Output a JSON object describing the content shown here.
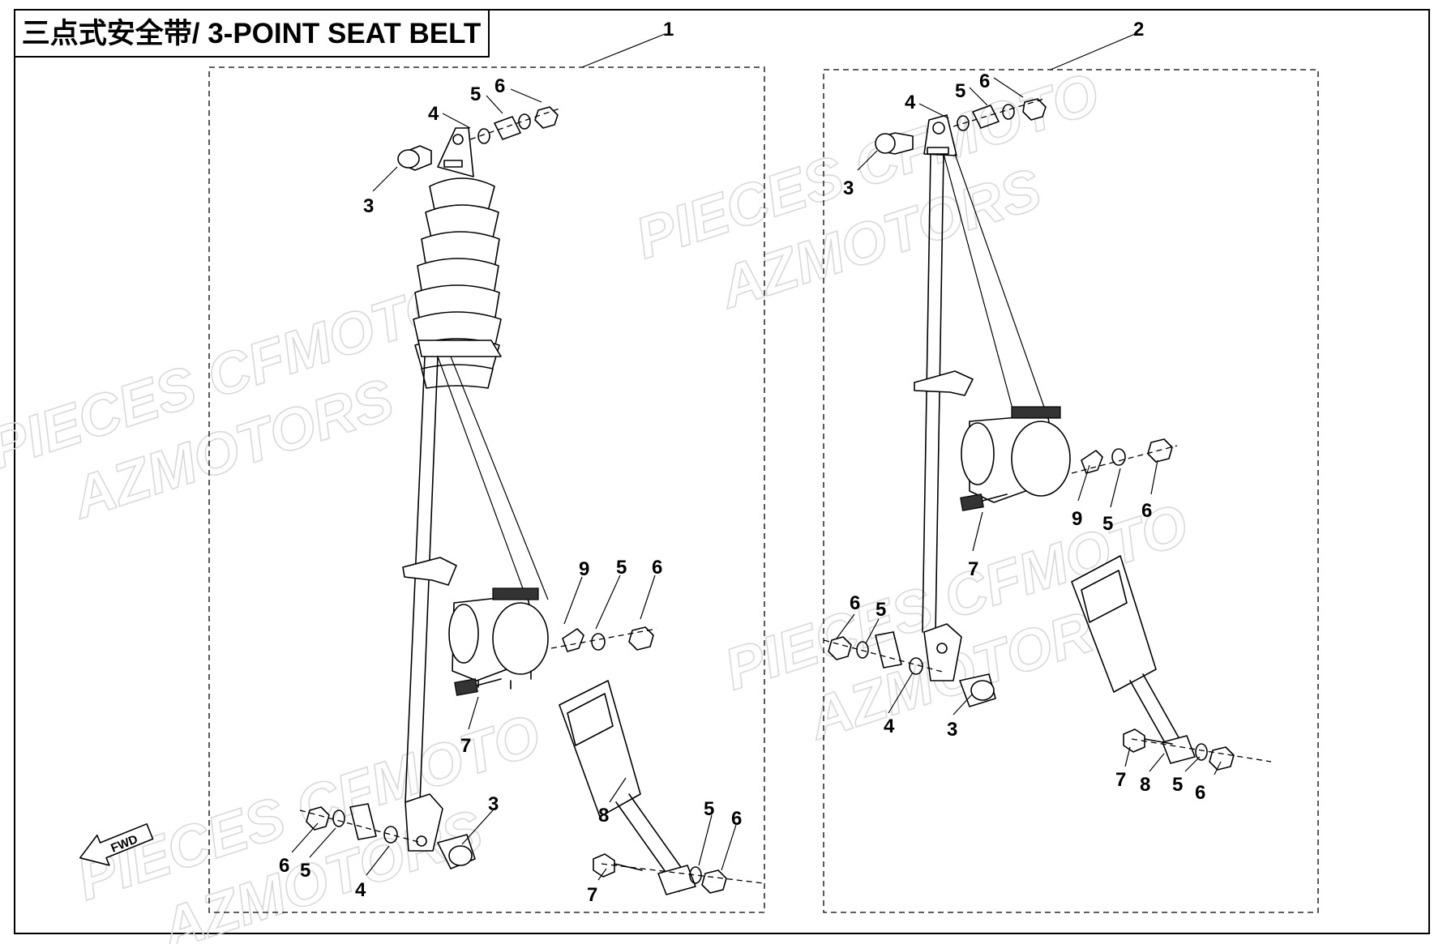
{
  "title": "三点式安全带/ 3-POINT SEAT BELT",
  "watermark_lines": [
    "PIECES CFMOTO",
    "AZMOTORS"
  ],
  "fwd_label": "FWD",
  "assemblies": [
    {
      "ref": "1",
      "callouts": [
        "6",
        "5",
        "4",
        "3",
        "9",
        "5",
        "6",
        "7",
        "8",
        "3",
        "6",
        "5",
        "4",
        "5",
        "6",
        "7"
      ]
    },
    {
      "ref": "2",
      "callouts": [
        "6",
        "5",
        "4",
        "3",
        "9",
        "5",
        "6",
        "7",
        "6",
        "5",
        "4",
        "3",
        "7",
        "8",
        "5",
        "6"
      ]
    }
  ]
}
